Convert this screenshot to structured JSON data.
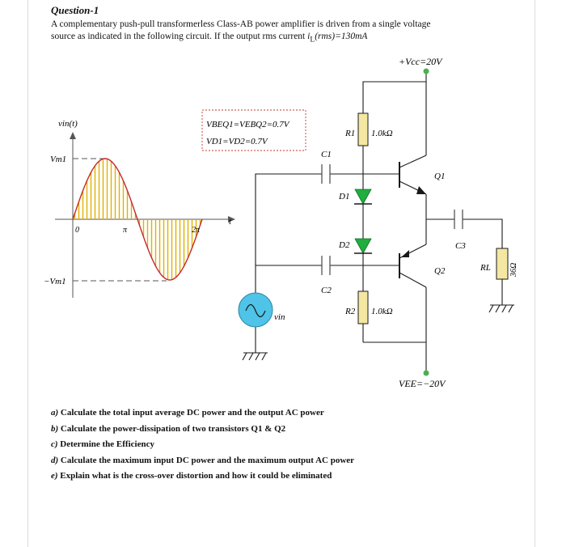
{
  "question": {
    "title": "Question-1",
    "intro_line1": "A complementary push-pull transformerless Class-AB power amplifier is driven from a single voltage",
    "intro_line2_a": "source as indicated in the following circuit. If the output rms current ",
    "intro_current": "i",
    "intro_current_sub": "L",
    "intro_current_val": "(rms)=130mA"
  },
  "circuit": {
    "vcc_label": "+Vcc=20V",
    "vee_label": "VEE=−20V",
    "given_line1": "VBEQ1=VEBQ2=0.7V",
    "given_line2": "VD1=VD2=0.7V",
    "r1_label": "R1",
    "r1_value": "1.0kΩ",
    "r2_label": "R2",
    "r2_value": "1.0kΩ",
    "c1_label": "C1",
    "c2_label": "C2",
    "c3_label": "C3",
    "d1_label": "D1",
    "d2_label": "D2",
    "q1_label": "Q1",
    "q2_label": "Q2",
    "rl_label": "RL",
    "rl_value": "36Ω",
    "vin_label": "vin"
  },
  "waveform": {
    "axis_label": "vin(t)",
    "vm_pos": "Vm1",
    "vm_neg": "−Vm1",
    "t0": "0",
    "t_pi": "π",
    "t_2pi": "2π",
    "t_axis": "t"
  },
  "tasks": [
    {
      "label": "a)",
      "text": "Calculate the total input average DC power and the output AC power"
    },
    {
      "label": "b)",
      "text": "Calculate the power-dissipation of two transistors Q1 & Q2"
    },
    {
      "label": "c)",
      "text": "Determine the Efficiency"
    },
    {
      "label": "d)",
      "text": "Calculate the maximum input DC power and the maximum output AC power"
    },
    {
      "label": "e)",
      "text": "Explain what is the cross-over distortion and how it could be eliminated"
    }
  ],
  "colors": {
    "wire": "#1a1a1a",
    "resistor_fill": "#f4e7a2",
    "node_green": "#4caf50",
    "diode_green": "#1fae3f",
    "source_blue": "#4fc3e8",
    "hatch": "#e0b000",
    "cap_gray": "#555555"
  }
}
